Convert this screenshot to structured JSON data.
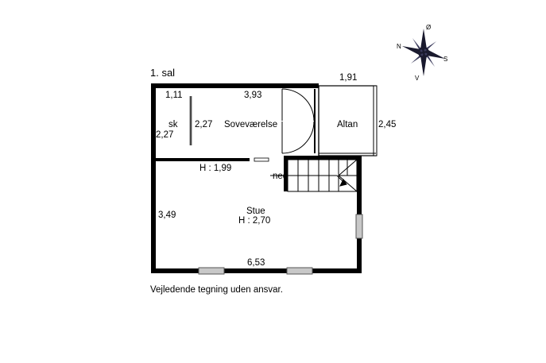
{
  "floor": {
    "title": "1. sal"
  },
  "rooms": {
    "soveværelse": {
      "name": "Soveværelse",
      "width": "3,93"
    },
    "sk": {
      "name": "sk",
      "width": "1,11",
      "depth": "2,27",
      "closet_depth": "2,27"
    },
    "altan": {
      "name": "Altan",
      "width": "1,91",
      "depth": "2,45"
    },
    "hall": {
      "height": "H : 1,99"
    },
    "stairs": {
      "label": "ned"
    },
    "stue": {
      "name": "Stue",
      "height": "H : 2,70",
      "depth": "3,49",
      "width": "6,53"
    }
  },
  "compass": {
    "north": "N",
    "south": "S",
    "east": "Ø",
    "west": "V"
  },
  "footer": {
    "disclaimer": "Vejledende tegning uden ansvar."
  },
  "colors": {
    "wall": "#000000",
    "window": "#9a9a9a",
    "background": "#ffffff"
  }
}
